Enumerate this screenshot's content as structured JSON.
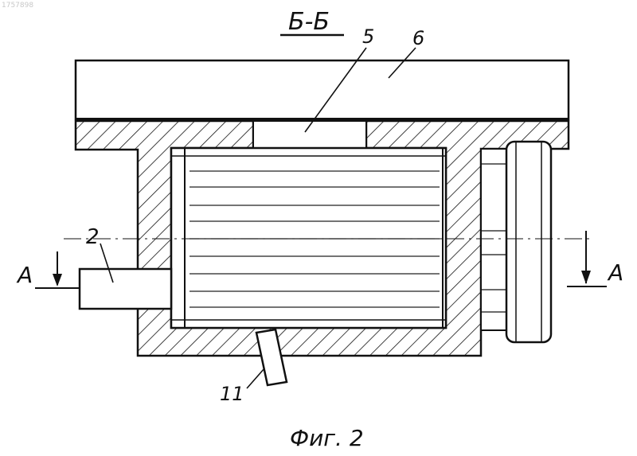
{
  "patent_number": "1757898",
  "section": {
    "title": "Б-Б",
    "cut_marker": "А"
  },
  "callouts": {
    "c2": "2",
    "c5": "5",
    "c6": "6",
    "c11": "11"
  },
  "caption": "Фиг. 2",
  "colors": {
    "ink": "#111111",
    "paper": "#ffffff"
  }
}
